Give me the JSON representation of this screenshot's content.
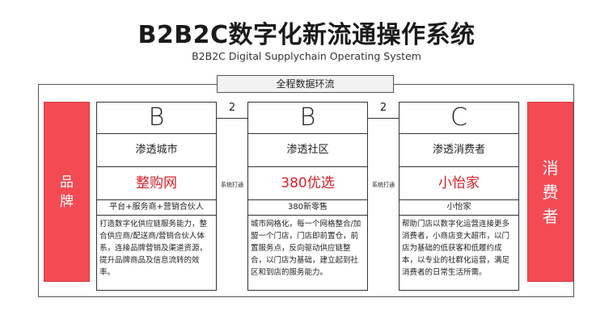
{
  "title": "B2B2C数字化新流通操作系统",
  "subtitle": "B2B2C Digital Supplychain Operating System",
  "loop_label": "全程数据环流",
  "left_side": {
    "chars": [
      "品",
      "牌"
    ]
  },
  "right_side": {
    "chars": [
      "消",
      "费",
      "者"
    ]
  },
  "connectors": [
    {
      "number": "2",
      "label": "系统打通"
    },
    {
      "number": "2",
      "label": "系统打通"
    }
  ],
  "cards": [
    {
      "letter": "B",
      "name": "渗透城市",
      "brand": "整购网",
      "tag": "平台+服务商+营销合伙人",
      "description": "打造数字化供应链服务能力，整合供应商/配送商/营销合伙人体系，连接品牌营销及渠道资源，提升品牌商品及信息流转的效率。"
    },
    {
      "letter": "B",
      "name": "渗透社区",
      "brand": "380优选",
      "tag": "380新零售",
      "description": "城市网格化，每一个网格整合/加盟一个门店，门店即前置仓，前置服务点，反向驱动供应链整合，以门店为基础，建立起到社区和到店的服务能力。"
    },
    {
      "letter": "C",
      "name": "渗透消费者",
      "brand": "小怡家",
      "tag": "小怡家",
      "description": "帮助门店以数字化运营连接更多消费者，小商店变大超市，以门店为基础的低获客和低履约成本，以专业的社群化运营，满足消费者的日常生活所需。"
    }
  ],
  "colors": {
    "side_fill": "#f44a53",
    "brand_text": "#d9202a"
  }
}
